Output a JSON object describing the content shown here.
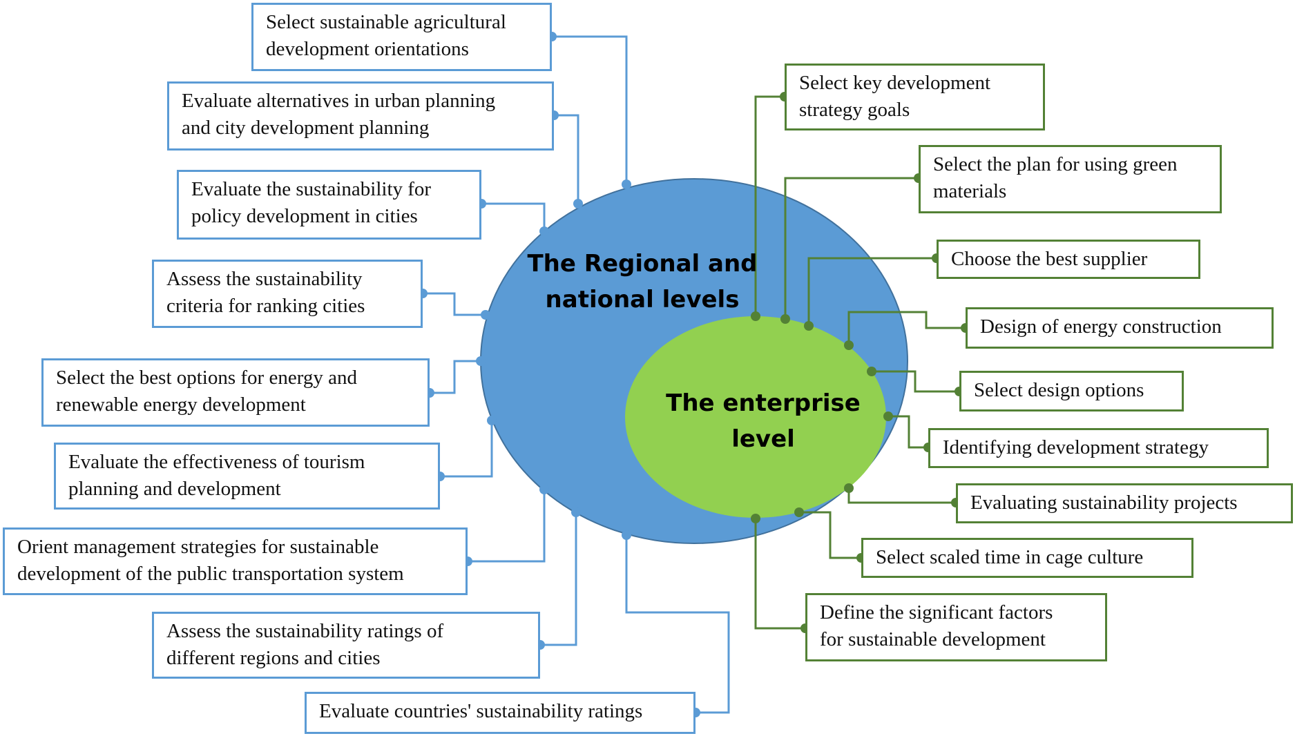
{
  "diagram": {
    "outer_circle": {
      "label_line1": "The Regional and",
      "label_line2": "national levels",
      "color": "#5b9bd5"
    },
    "inner_circle": {
      "label_line1": "The enterprise",
      "label_line2": "level",
      "color": "#92d050"
    },
    "regional_items": [
      "Select sustainable agricultural\ndevelopment orientations",
      "Evaluate alternatives in urban planning\nand city development planning",
      "Evaluate the sustainability for\npolicy development in cities",
      "Assess the sustainability\ncriteria for ranking cities",
      "Select the best options for energy and\nrenewable energy development",
      "Evaluate the effectiveness of tourism\nplanning and development",
      "Orient management strategies for sustainable\ndevelopment of the public transportation system",
      "Assess the sustainability ratings of\ndifferent regions and cities",
      "Evaluate countries' sustainability ratings"
    ],
    "enterprise_items": [
      "Select key development\nstrategy goals",
      "Select the plan for using green\nmaterials",
      "Choose the best supplier",
      "Design of energy construction",
      "Select design options",
      "Identifying development strategy",
      "Evaluating sustainability projects",
      "Select scaled time in cage culture",
      "Define the significant factors\nfor sustainable development"
    ],
    "colors": {
      "regional_line": "#5b9bd5",
      "enterprise_line": "#538135"
    }
  }
}
